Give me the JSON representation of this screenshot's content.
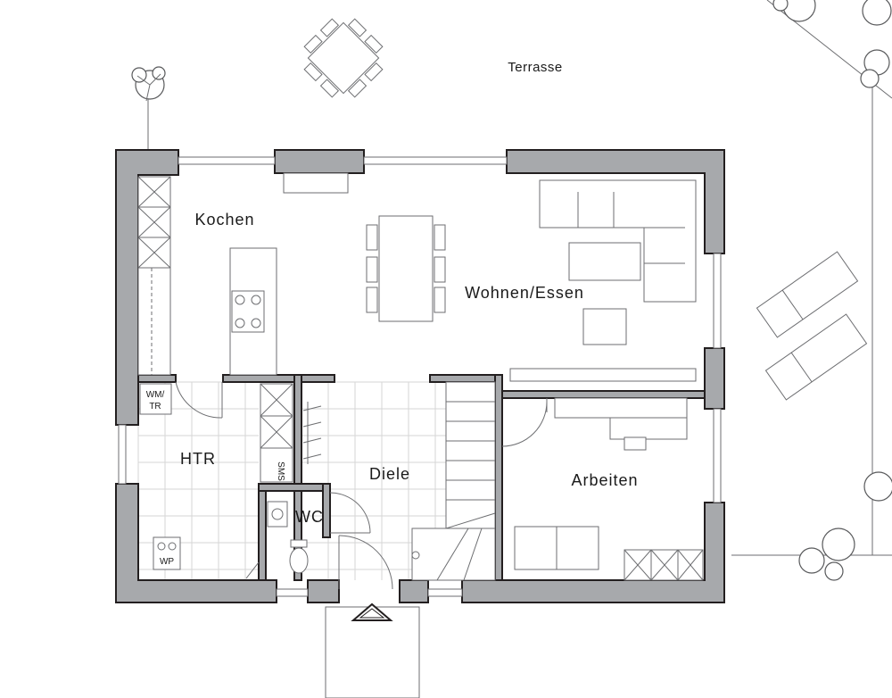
{
  "rooms": {
    "terrasse": "Terrasse",
    "kochen": "Kochen",
    "wohnen_essen": "Wohnen/Essen",
    "htr": "HTR",
    "diele": "Diele",
    "arbeiten": "Arbeiten",
    "wc": "WC"
  },
  "fixtures": {
    "wm_tr_line1": "WM/",
    "wm_tr_line2": "TR",
    "wp": "WP",
    "sms": "SMS"
  },
  "colors": {
    "wall_fill": "#a7a9ac",
    "wall_stroke": "#231f20",
    "line": "#6d6e71",
    "background": "#ffffff"
  }
}
